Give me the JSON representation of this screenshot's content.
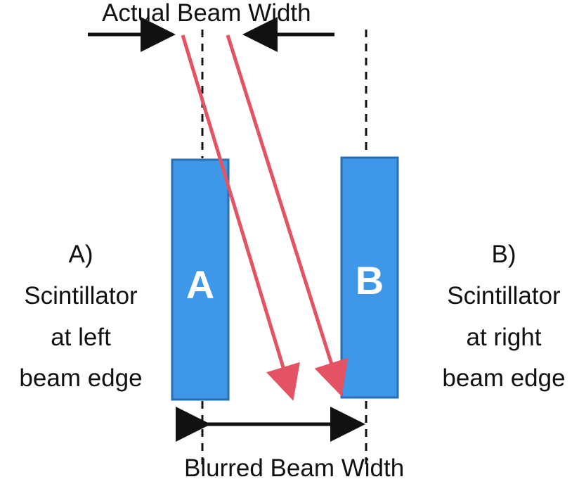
{
  "labels": {
    "top": "Actual Beam Width",
    "bottom": "Blurred Beam Width",
    "left": {
      "line1": "A)",
      "line2": "Scintillator",
      "line3": "at left",
      "line4": "beam edge"
    },
    "right": {
      "line1": "B)",
      "line2": "Scintillator",
      "line3": "at right",
      "line4": "beam edge"
    }
  },
  "scintillators": {
    "left_letter": "A",
    "right_letter": "B"
  },
  "colors": {
    "scintillator_fill": "#3f97e8",
    "scintillator_stroke": "#2a6db0",
    "beam_arrow": "#e35363",
    "measure_arrow": "#111111",
    "text": "#111111"
  }
}
